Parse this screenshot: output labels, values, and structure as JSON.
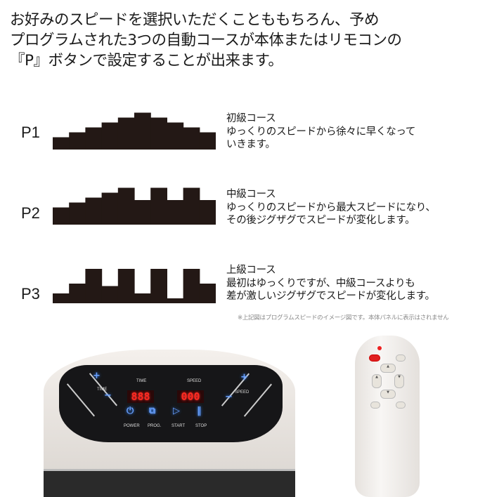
{
  "intro": {
    "lines": [
      "お好みのスピードを選択いただくことももちろん、予め",
      "プログラムされた3つの自動コースが本体またはリモコンの",
      "『P』ボタンで設定することが出来ます。"
    ]
  },
  "courses": [
    {
      "label": "P1",
      "title": "初級コース",
      "desc": [
        "ゆっくりのスピードから徐々に早くなって",
        "いきます。"
      ],
      "levels": [
        2.5,
        3.5,
        4.5,
        5.5,
        6.5,
        7.5,
        6.5,
        5.5,
        4.5,
        3.5
      ]
    },
    {
      "label": "P2",
      "title": "中級コース",
      "desc": [
        "ゆっくりのスピードから最大スピードになり、",
        "その後ジグザグでスピードが変化します。"
      ],
      "levels": [
        3.5,
        4.5,
        5.5,
        6.5,
        7.5,
        5,
        7.5,
        5,
        7.5,
        5
      ]
    },
    {
      "label": "P3",
      "title": "上級コース",
      "desc": [
        "最初はゆっくりですが、中級コースよりも",
        "差が激しいジグザグでスピードが変化します。"
      ],
      "levels": [
        2,
        4,
        7,
        3.5,
        7,
        2,
        7,
        1,
        7,
        4
      ]
    }
  ],
  "note": "※上記図はプログラムスピードのイメージ図です。本体パネルに表示はされません",
  "panel": {
    "time_label": "TIME",
    "speed_label": "SPEED",
    "time_value": "888",
    "speed_value": "000",
    "time_side": "TIME",
    "speed_side": "SPEED",
    "plus": "+",
    "minus": "−",
    "power": "POWER",
    "prog": "PROG.",
    "start": "START",
    "stop": "STOP"
  },
  "colors": {
    "steps": "#231815",
    "led": "#ff2a20",
    "button_glow": "#3a7bff"
  }
}
